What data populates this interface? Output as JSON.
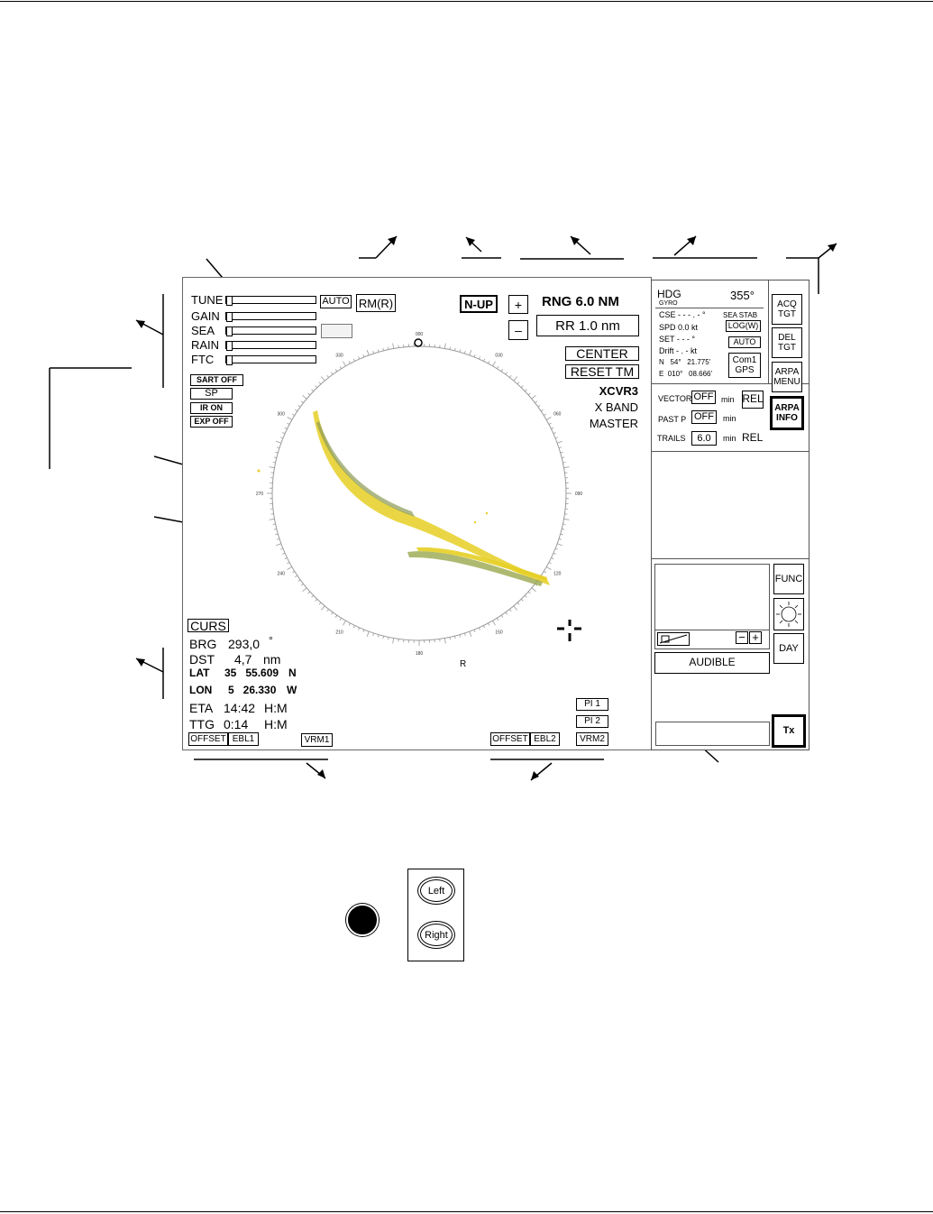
{
  "radar": {
    "controls": {
      "tune": "TUNE",
      "gain": "GAIN",
      "sea": "SEA",
      "rain": "RAIN",
      "ftc": "FTC",
      "tune_level": 0.0,
      "gain_level": 0.0,
      "sea_level": 0.0,
      "rain_level": 0.0,
      "ftc_level": 0.0,
      "auto": "AUTO",
      "rm": "RM(R)"
    },
    "left_toggles": {
      "sart": "SART OFF",
      "sp": "SP",
      "ir": "IR  ON",
      "exp": "EXP OFF"
    },
    "top": {
      "orientation": "N-UP",
      "plus": "+",
      "minus": "–",
      "range": "RNG  6.0 NM",
      "rings": "RR 1.0 nm",
      "center": "CENTER",
      "reset": "RESET  TM",
      "xcvr": "XCVR3",
      "band": "X BAND",
      "master": "MASTER"
    },
    "ppi": {
      "bearing_labels": [
        "000",
        "030",
        "060",
        "090",
        "120",
        "150",
        "180",
        "210",
        "240",
        "270",
        "300",
        "330"
      ],
      "r_label": "R"
    },
    "cursor": {
      "title": "CURS",
      "brg_label": "BRG",
      "brg_value": "293,0",
      "brg_unit": "°",
      "dst_label": "DST",
      "dst_value": "4,7",
      "dst_unit": "nm",
      "lat_label": "LAT",
      "lat_value": "35   55.609",
      "lat_hemi": "N",
      "lon_label": "LON",
      "lon_value": "5   26.330",
      "lon_hemi": "W",
      "eta_label": "ETA",
      "eta_value": "14:42",
      "eta_unit": "H:M",
      "ttg_label": "TTG",
      "ttg_value": "0:14",
      "ttg_unit": "H:M"
    },
    "bottom": {
      "offset1": "OFFSET",
      "ebl1": "EBL1",
      "vrm1": "VRM1",
      "offset2": "OFFSET",
      "ebl2": "EBL2",
      "vrm2": "VRM2",
      "pi1": "PI 1",
      "pi2": "PI 2"
    }
  },
  "side": {
    "hdg_label": "HDG",
    "hdg_src": "GYRO",
    "hdg_value": "355°",
    "cse": "CSE  - - - . - °",
    "sea_stab": "SEA  STAB",
    "spd": "SPD  0.0  kt",
    "log": "LOG(W)",
    "set": "SET      - - -  °",
    "auto": "AUTO",
    "drift": "Drift      - . -  kt",
    "n_pos": "N   54°   21.775'",
    "e_pos": "E  010°   08.666'",
    "com1": "Com1",
    "gps": "GPS",
    "acq1": "ACQ",
    "acq2": "TGT",
    "del1": "DEL",
    "del2": "TGT",
    "arpa_menu1": "ARPA",
    "arpa_menu2": "MENU",
    "arpa_info1": "ARPA",
    "arpa_info2": "INFO",
    "vector": "VECTOR",
    "vector_val": "OFF",
    "vector_unit": "min",
    "rel": "REL",
    "past": "PAST  P",
    "past_val": "OFF",
    "past_unit": "min",
    "trails": "TRAILS",
    "trails_val": "6.0",
    "trails_unit": "min",
    "trails_mode": "REL",
    "func": "FUNC",
    "day": "DAY",
    "audible": "AUDIBLE",
    "tx": "Tx",
    "vol_minus": "−",
    "vol_plus": "+"
  },
  "keys": {
    "left": "Left",
    "right": "Right"
  }
}
